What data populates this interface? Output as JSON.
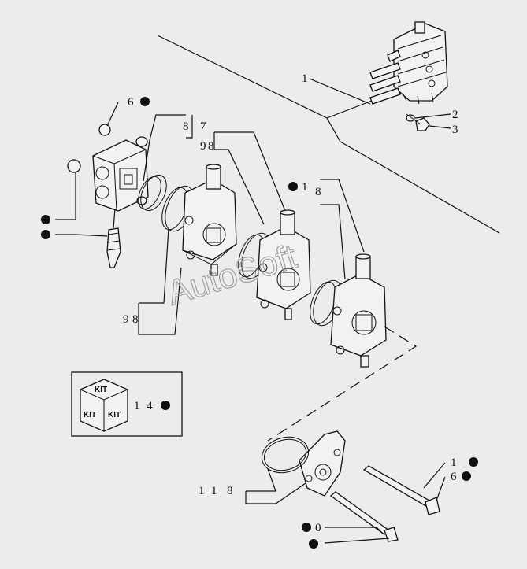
{
  "watermark": "AutoSoft",
  "kit": {
    "label_top": "KIT",
    "label_left": "KIT",
    "label_right": "KIT"
  },
  "callouts": {
    "c1": "1",
    "c2": "2",
    "c3": "3",
    "c6": "6",
    "c8_7": "8",
    "c8_7b": "7",
    "c9_8_top": "9",
    "c9_8_topb": "8",
    "c1_mid": "1",
    "c8_mid": "8",
    "c9_8_low": "9",
    "c9_8_lowb": "8",
    "c14": "1",
    "c14b": "4",
    "c118": "1",
    "c118b": "1",
    "c118c": "8",
    "c1_right": "1",
    "c6_right": "6",
    "c0": "0"
  },
  "colors": {
    "background": "#ececec",
    "ink": "#111111",
    "watermark": "#9a9a9a"
  }
}
